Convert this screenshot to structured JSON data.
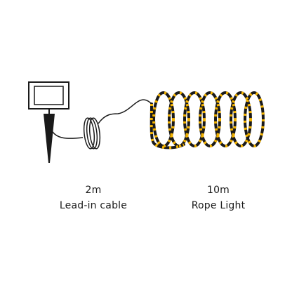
{
  "colors": {
    "line": "#1a1a1a",
    "bulb": "#f5b400",
    "background": "#ffffff"
  },
  "components": {
    "solar_panel": {
      "icon": "solar-panel-icon"
    },
    "ground_stake": {
      "icon": "ground-stake-icon"
    },
    "lead_cable": {
      "icon": "coiled-cable-icon"
    },
    "rope_light": {
      "icon": "rope-light-coil-icon"
    }
  },
  "labels": {
    "lead_in": {
      "length": "2m",
      "name": "Lead-in cable"
    },
    "rope": {
      "length": "10m",
      "name": "Rope Light"
    }
  }
}
